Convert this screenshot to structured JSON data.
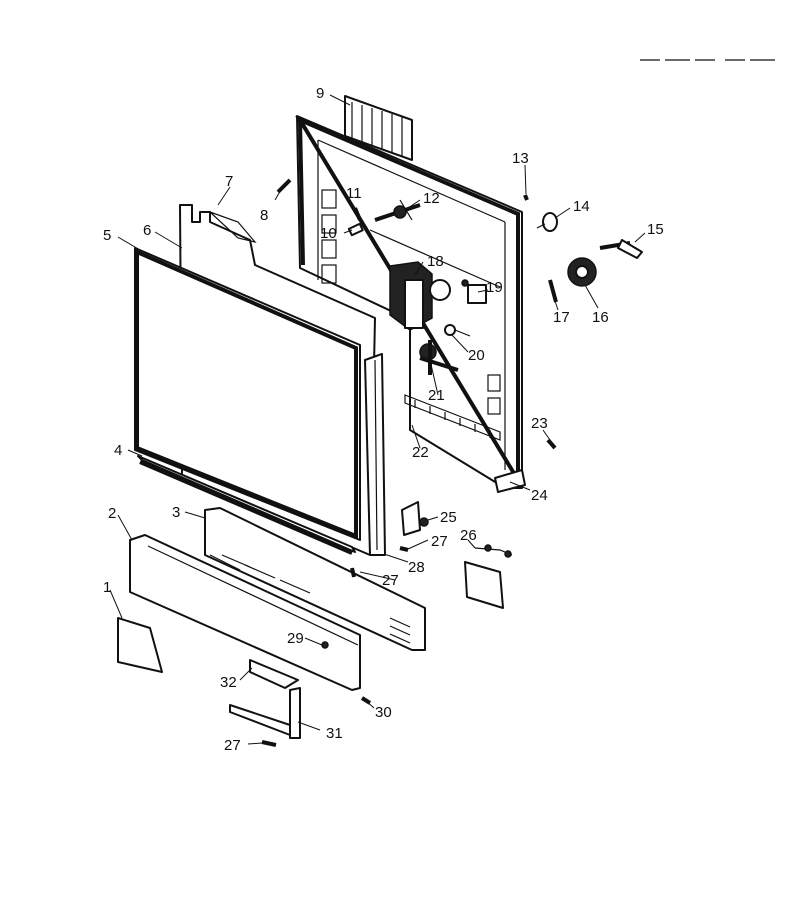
{
  "corner_code": "",
  "callouts": {
    "c1": "1",
    "c2": "2",
    "c3": "3",
    "c4": "4",
    "c5": "5",
    "c6": "6",
    "c7": "7",
    "c8": "8",
    "c9": "9",
    "c10": "10",
    "c11": "11",
    "c12": "12",
    "c13": "13",
    "c14": "14",
    "c15": "15",
    "c16": "16",
    "c17": "17",
    "c18": "18",
    "c19": "19",
    "c20": "20",
    "c21": "21",
    "c22": "22",
    "c23": "23",
    "c24": "24",
    "c25": "25",
    "c26": "26",
    "c27a": "27",
    "c27b": "27",
    "c27c": "27",
    "c28": "28",
    "c29": "29",
    "c30": "30",
    "c31": "31",
    "c32": "32"
  }
}
